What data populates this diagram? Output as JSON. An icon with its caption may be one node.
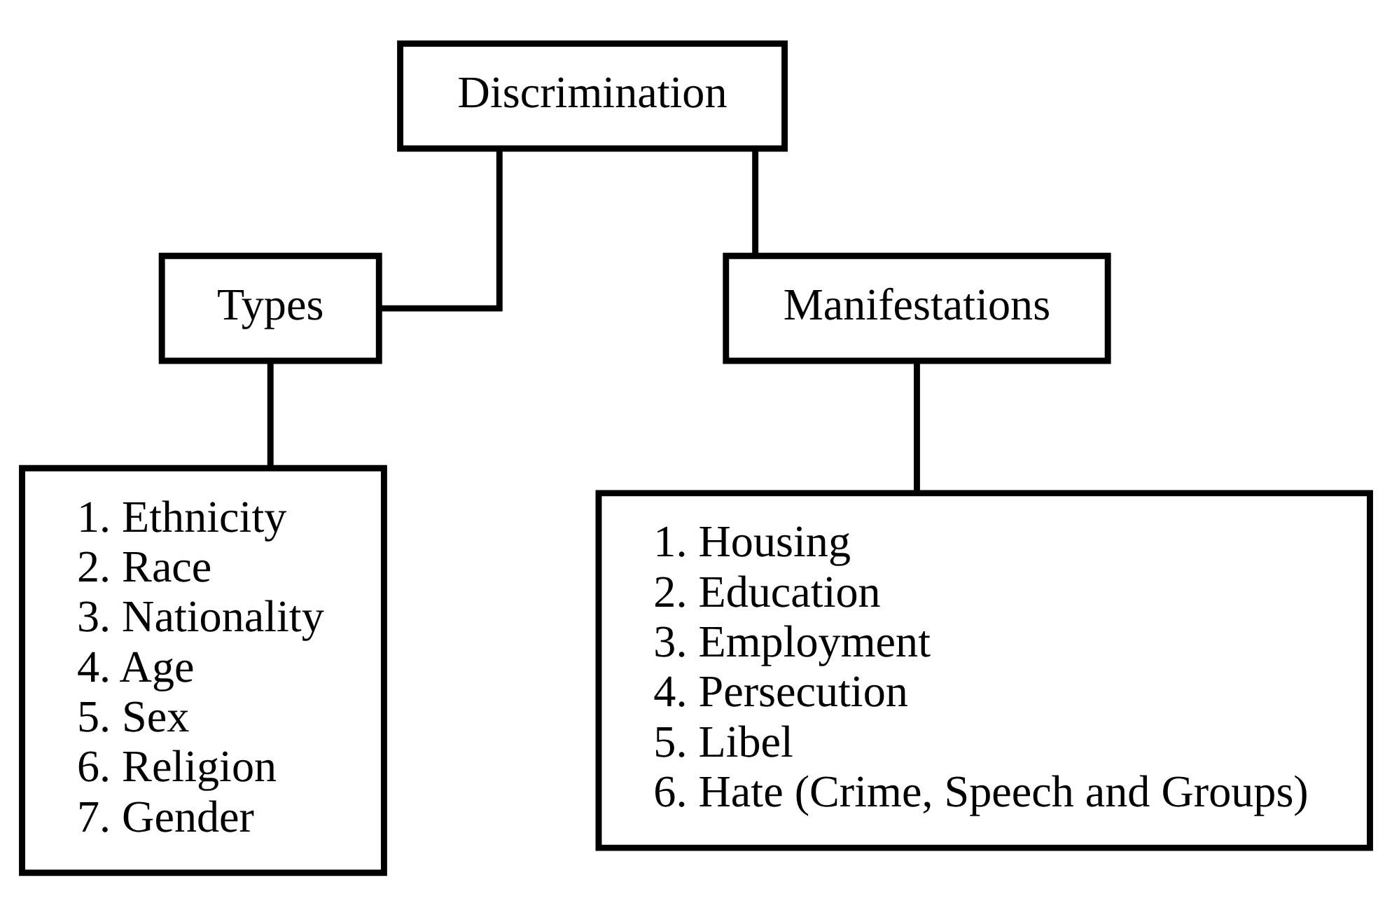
{
  "diagram": {
    "nodes": [
      {
        "text": [
          "Discrimination"
        ]
      },
      {
        "text": [
          "Types"
        ]
      },
      {
        "text": [
          "Manifestations"
        ]
      },
      {
        "text": [
          "1. Ethnicity",
          "2. Race",
          "3. Nationality",
          "4. Age",
          "5. Sex",
          "6. Religion",
          "7. Gender"
        ]
      },
      {
        "text": [
          "1. Housing",
          "2. Education",
          "3. Employment",
          "4. Persecution",
          "5. Libel",
          "6. Hate (Crime, Speech and Groups)"
        ]
      }
    ],
    "edges": [
      {
        "from": 0,
        "to": 1,
        "arrow": "none"
      },
      {
        "from": 0,
        "to": 2,
        "arrow": "none"
      },
      {
        "from": 1,
        "to": 3,
        "arrow": "none"
      },
      {
        "from": 2,
        "to": 4,
        "arrow": "none"
      }
    ]
  }
}
